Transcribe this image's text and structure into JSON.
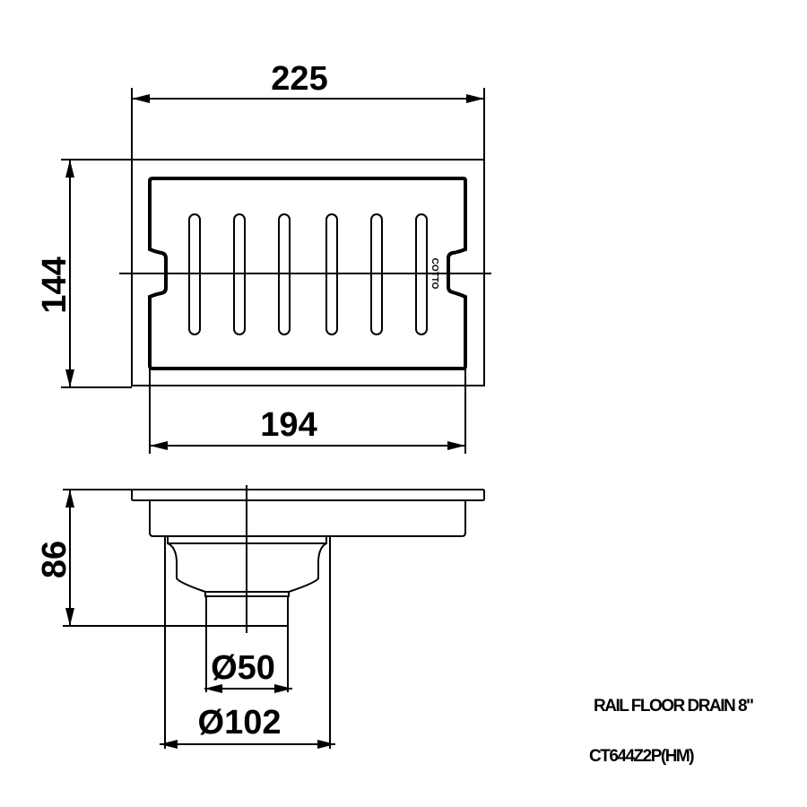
{
  "drawing": {
    "dimensions": {
      "width_overall": "225",
      "depth_overall": "144",
      "grate_width": "194",
      "height": "86",
      "outlet_diameter": "Ø50",
      "body_diameter": "Ø102"
    },
    "grate_logo": "COTTO",
    "product_name": "RAIL FLOOR DRAIN 8\"",
    "model_code": "CT644Z2P(HM)"
  }
}
